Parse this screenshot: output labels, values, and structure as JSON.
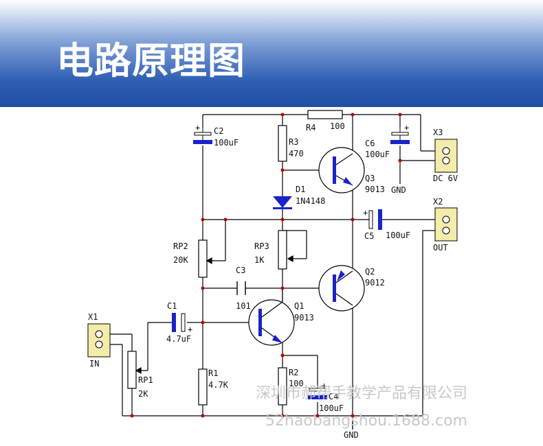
{
  "header": {
    "title": "电路原理图"
  },
  "labels": {
    "r4_ref": "R4",
    "r4_val": "100",
    "c2_ref": "C2",
    "c2_val": "100uF",
    "r3_ref": "R3",
    "r3_val": "470",
    "c6_ref": "C6",
    "c6_val": "100uF",
    "x3_ref": "X3",
    "x3_label": "DC 6V",
    "q3_ref": "Q3",
    "q3_val": "9013",
    "gnd_top": "GND",
    "d1_ref": "D1",
    "d1_val": "1N4148",
    "x2_ref": "X2",
    "x2_label": "OUT",
    "c5_ref": "C5",
    "c5_val": "100uF",
    "rp2_ref": "RP2",
    "rp2_val": "20K",
    "rp3_ref": "RP3",
    "rp3_val": "1K",
    "q2_ref": "Q2",
    "q2_val": "9012",
    "c3_ref": "C3",
    "c3_val": "101",
    "c1_ref": "C1",
    "c1_val": "4.7uF",
    "q1_ref": "Q1",
    "q1_val": "9013",
    "x1_ref": "X1",
    "x1_label": "IN",
    "rp1_ref": "RP1",
    "rp1_val": "2K",
    "r1_ref": "R1",
    "r1_val": "4.7K",
    "r2_ref": "R2",
    "r2_val": "100",
    "c4_ref": "C4",
    "c4_val": "100uF",
    "gnd_bottom": "GND",
    "plus": "+"
  },
  "watermark": {
    "line1": "深圳市郝帮手教学产品有限公司",
    "line2": "52haobangshou.1688.com"
  },
  "colors": {
    "wire": "#000000",
    "component": "#1a22c8",
    "junction": "#b00000",
    "connector": "#f4ecaa"
  }
}
